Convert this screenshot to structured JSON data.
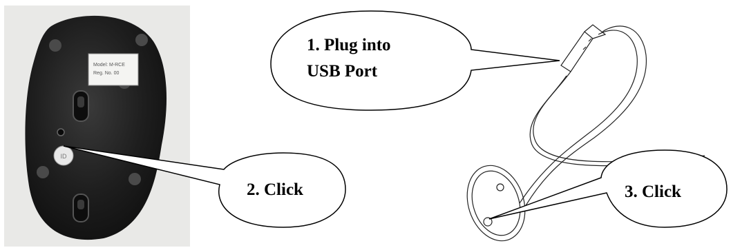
{
  "callouts": {
    "step1": {
      "line1": "1. Plug into",
      "line2": "USB Port"
    },
    "step2": {
      "text": "2. Click"
    },
    "step3": {
      "text": "3. Click"
    }
  },
  "photo": {
    "sticker_line1": "Model: M-RCE",
    "sticker_line2": "Reg. No. 00",
    "button_label": "ID"
  },
  "colors": {
    "photo_background": "#e9e9e7",
    "mouse_body": "#1e1e1e",
    "line_art": "#222222",
    "callout_fill": "#ffffff",
    "callout_stroke": "#000000"
  }
}
